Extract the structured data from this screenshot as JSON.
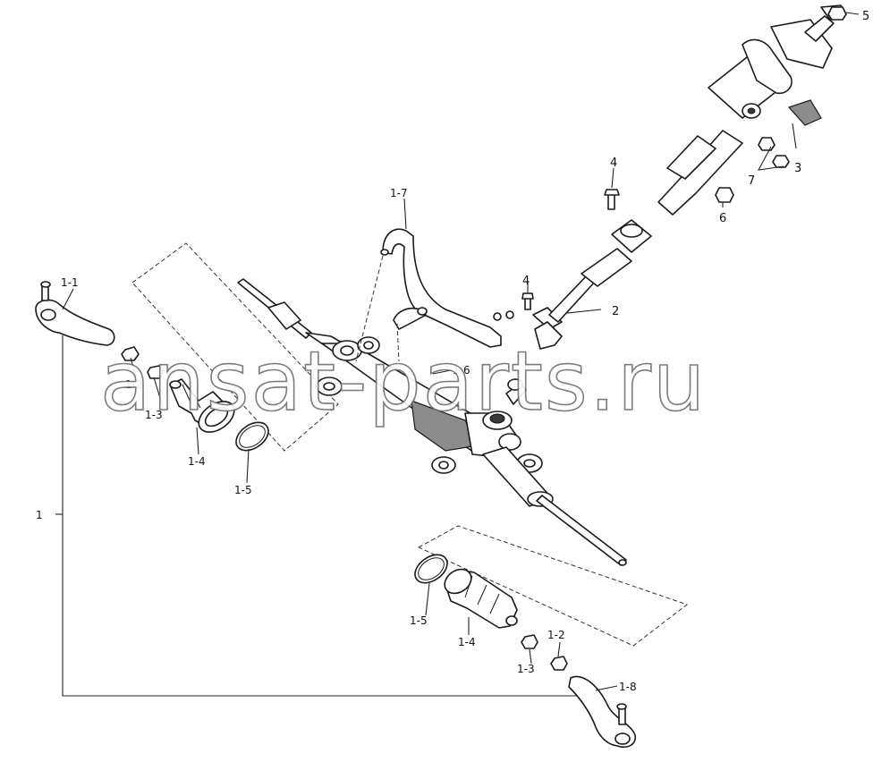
{
  "watermark": "ansat-parts.ru",
  "callouts": {
    "c1": "1",
    "c1_1": "1-1",
    "c1_2_top": "1-2",
    "c1_3_top": "1-3",
    "c1_4_top": "1-4",
    "c1_5_top": "1-5",
    "c1_6": "1-6",
    "c1_7": "1-7",
    "c1_8": "1-8",
    "c1_2_bot": "1-2",
    "c1_3_bot": "1-3",
    "c1_4_bot": "1-4",
    "c1_5_bot": "1-5",
    "c2": "2",
    "c3": "3",
    "c4_a": "4",
    "c4_b": "4",
    "c5": "5",
    "c6": "6",
    "c7": "7"
  },
  "colors": {
    "line": "#1a1a1a",
    "shade": "#8c8c8c",
    "watermark_stroke": "#6e6e6e"
  }
}
